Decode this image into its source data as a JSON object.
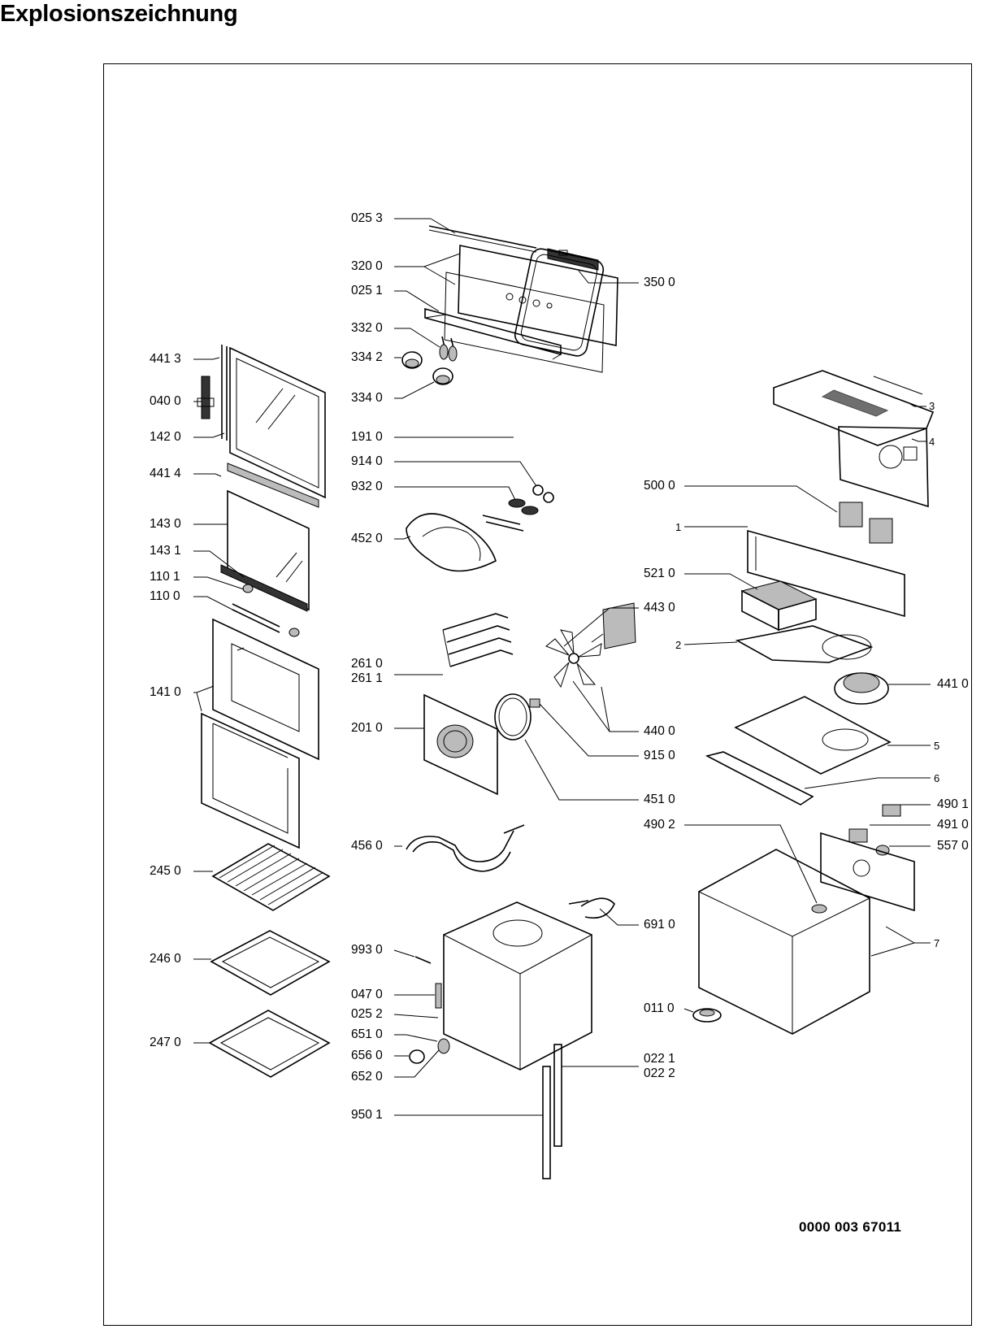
{
  "header": {
    "title": "Explosionszeichnung"
  },
  "doc_number": "0000 003 67011",
  "labels": {
    "l0253": "025 3",
    "l3200": "320 0",
    "l0251": "025 1",
    "l3320": "332 0",
    "l3342": "334 2",
    "l3340": "334 0",
    "l3500": "350 0",
    "l4413": "441 3",
    "l0400": "040 0",
    "l1420": "142 0",
    "l4414": "441 4",
    "l1430": "143 0",
    "l1431": "143 1",
    "l1101": "110 1",
    "l1100": "110 0",
    "l1410": "141 0",
    "l1910": "191 0",
    "l9140": "914 0",
    "l9320": "932 0",
    "l4520": "452 0",
    "l2610": "261 0",
    "l2611": "261 1",
    "l2010": "201 0",
    "l4430": "443 0",
    "l4400": "440 0",
    "l9150": "915 0",
    "l4510": "451 0",
    "l4560": "456 0",
    "l2450": "245 0",
    "l2460": "246 0",
    "l2470": "247 0",
    "l9930": "993 0",
    "l0470": "047 0",
    "l0252": "025 2",
    "l6510": "651 0",
    "l6560": "656 0",
    "l6520": "652 0",
    "l6910": "691 0",
    "l0221": "022 1",
    "l0222": "022 2",
    "l9501": "950 1",
    "l5000": "500 0",
    "l5210": "521 0",
    "l4410": "441 0",
    "l4901": "490 1",
    "l4902": "490 2",
    "l4910": "491 0",
    "l5570": "557 0",
    "l0110": "011 0",
    "n1": "1",
    "n2": "2",
    "n3": "3",
    "n4": "4",
    "n5": "5",
    "n6": "6",
    "n7": "7"
  }
}
